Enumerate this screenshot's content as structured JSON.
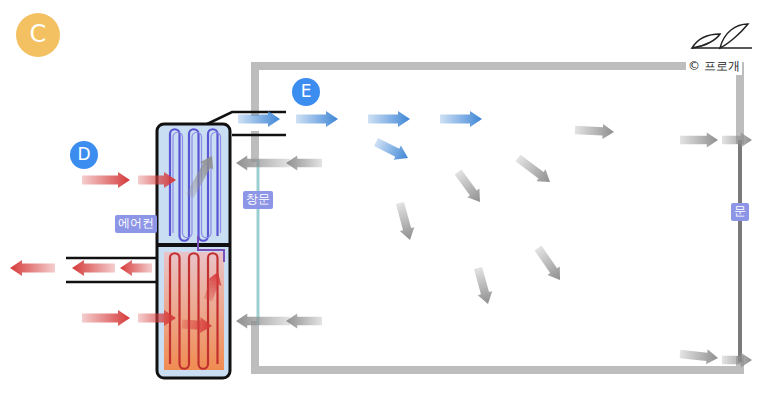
{
  "diagram": {
    "nodes": [
      {
        "text": [
          "C"
        ]
      },
      {
        "text": [
          "D"
        ]
      },
      {
        "text": [
          "E"
        ]
      },
      {
        "text": [
          "에어컨"
        ]
      },
      {
        "text": [
          "창문"
        ]
      },
      {
        "text": [
          "문"
        ]
      }
    ],
    "labels": [
      "© 프로개"
    ]
  }
}
